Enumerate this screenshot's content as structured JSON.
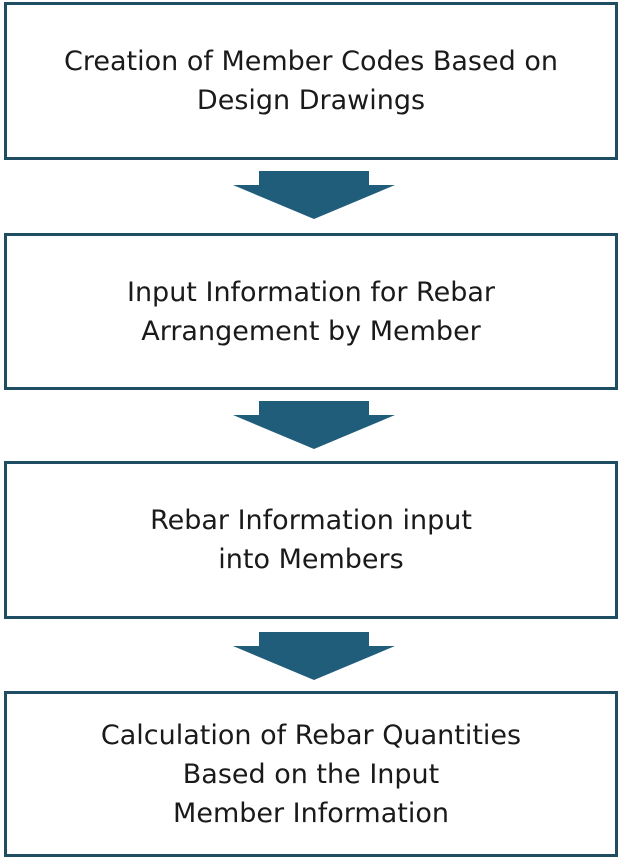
{
  "steps": [
    {
      "text": "Creation of Member Codes Based on\nDesign Drawings"
    },
    {
      "text": "Input Information for Rebar\nArrangement by Member"
    },
    {
      "text": "Rebar Information input\ninto Members"
    },
    {
      "text": "Calculation of Rebar Quantities\nBased on the Input\nMember Information"
    }
  ],
  "colors": {
    "box_border": "#1f4e63",
    "arrow_fill": "#1f5d7a",
    "text": "#1a1a1a"
  },
  "icons": {
    "arrow": "down-arrow-icon"
  }
}
